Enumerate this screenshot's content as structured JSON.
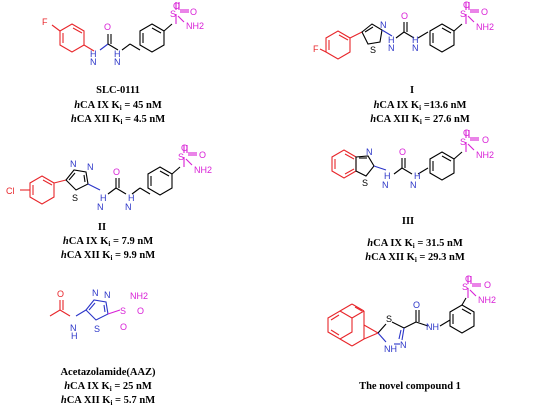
{
  "colors": {
    "scaffold": "#e8262b",
    "linker": "#2b35c8",
    "sulfonamide": "#d81fd6",
    "core": "#000000"
  },
  "atoms": {
    "F": "F",
    "Cl": "Cl",
    "S": "S",
    "N": "N",
    "O": "O",
    "NH": "NH",
    "H": "H",
    "NH2": "NH2"
  },
  "compounds": [
    {
      "id": "slc",
      "name": "SLC-0111",
      "l1_pre": "h",
      "l1_main": "CA IX K",
      "l1_sub": "i",
      "l1_val": " = 45 nM",
      "l2_pre": "h",
      "l2_main": "CA XII K",
      "l2_sub": "i",
      "l2_val": " = 4.5 nM"
    },
    {
      "id": "I",
      "name": "I",
      "l1_pre": "h",
      "l1_main": "CA IX K",
      "l1_sub": "i",
      "l1_val": " =13.6 nM",
      "l2_pre": "h",
      "l2_main": "CA XII K",
      "l2_sub": "i",
      "l2_val": " = 27.6 nM"
    },
    {
      "id": "II",
      "name": "II",
      "l1_pre": "h",
      "l1_main": "CA IX K",
      "l1_sub": "i",
      "l1_val": " = 7.9 nM",
      "l2_pre": "h",
      "l2_main": "CA XII K",
      "l2_sub": "i",
      "l2_val": " = 9.9 nM"
    },
    {
      "id": "III",
      "name": "III",
      "l1_pre": "h",
      "l1_main": "CA IX K",
      "l1_sub": "i",
      "l1_val": " = 31.5 nM",
      "l2_pre": "h",
      "l2_main": "CA XII K",
      "l2_sub": "i",
      "l2_val": " = 29.3 nM"
    },
    {
      "id": "aaz",
      "name": "Acetazolamide(AAZ)",
      "l1_pre": "h",
      "l1_main": "CA IX K",
      "l1_sub": "i",
      "l1_val": " = 25 nM",
      "l2_pre": "h",
      "l2_main": "CA XII K",
      "l2_sub": "i",
      "l2_val": " = 5.7 nM"
    },
    {
      "id": "novel",
      "name": "The novel compound 1"
    }
  ]
}
